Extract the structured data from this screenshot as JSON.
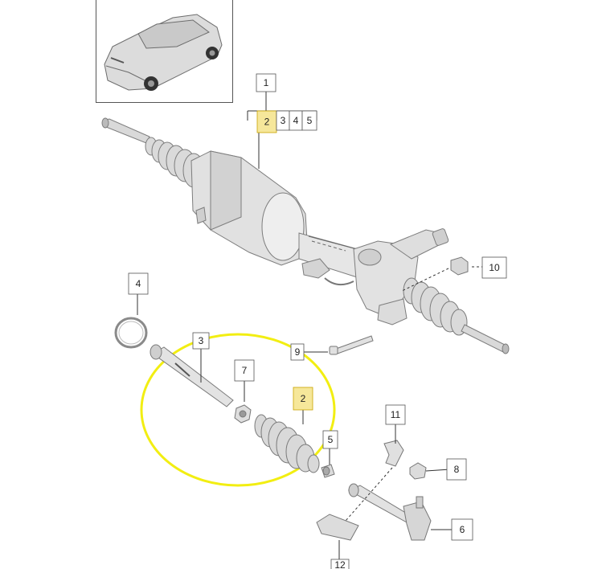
{
  "thumbnail": {
    "alt": "vehicle-thumbnail"
  },
  "callouts": [
    {
      "id": "c1",
      "label": "1"
    },
    {
      "id": "c2a",
      "label": "2",
      "highlighted": true
    },
    {
      "id": "c3a",
      "label": "3"
    },
    {
      "id": "c4a",
      "label": "4"
    },
    {
      "id": "c5a",
      "label": "5"
    },
    {
      "id": "c4",
      "label": "4"
    },
    {
      "id": "c3",
      "label": "3"
    },
    {
      "id": "c5",
      "label": "5"
    },
    {
      "id": "c7",
      "label": "7"
    },
    {
      "id": "c2",
      "label": "2",
      "highlighted": true
    },
    {
      "id": "c9",
      "label": "9"
    },
    {
      "id": "c10",
      "label": "10"
    },
    {
      "id": "c11",
      "label": "11"
    },
    {
      "id": "c8",
      "label": "8"
    },
    {
      "id": "c6",
      "label": "6"
    },
    {
      "id": "c12",
      "label": "12"
    }
  ],
  "colors": {
    "highlight_fill": "#f6e79a",
    "highlight_border": "#c9a400",
    "ellipse": "#f2ee12",
    "part_fill": "#e9e9e9",
    "part_stroke": "#8a8a8a",
    "leader": "#333333"
  }
}
